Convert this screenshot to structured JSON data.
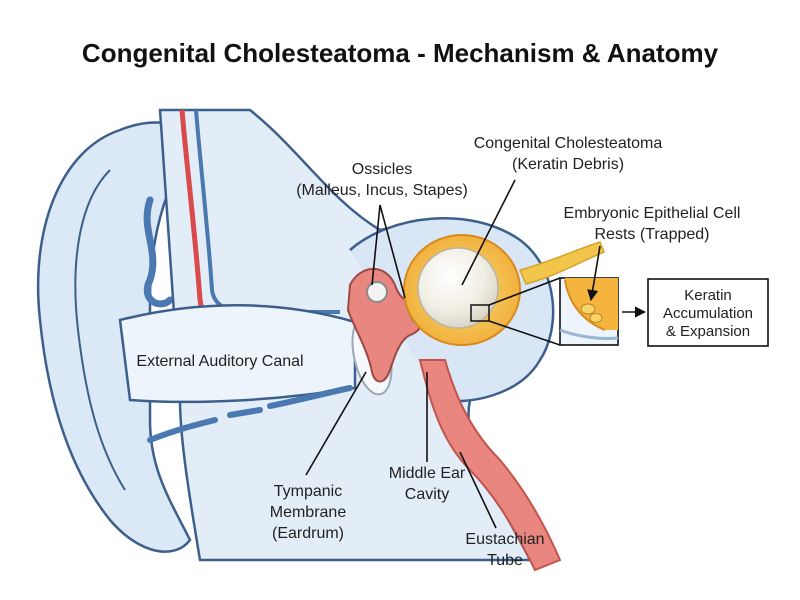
{
  "title": "Congenital Cholesteatoma - Mechanism & Anatomy",
  "labels": {
    "ossicles": [
      "Ossicles",
      "(Malleus, Incus, Stapes)"
    ],
    "cholesteatoma": [
      "Congenital Cholesteatoma",
      "(Keratin Debris)"
    ],
    "epithelial": [
      "Embryonic Epithelial Cell",
      "Rests (Trapped)"
    ],
    "keratin": [
      "Keratin",
      "Accumulation",
      "& Expansion"
    ],
    "canal": [
      "External Auditory Canal"
    ],
    "tympanic": [
      "Tympanic",
      "Membrane",
      "(Eardrum)"
    ],
    "middle_ear": [
      "Middle Ear",
      "Cavity"
    ],
    "eustachian": [
      "Eustachian",
      "Tube"
    ]
  },
  "colors": {
    "outline": "#3d5f8c",
    "skin_fill": "#dbe8f5",
    "canal_fill": "#e9f1fa",
    "cartilage_blue": "#4a78b0",
    "artery_red": "#d94a4a",
    "bone_pink": "#e8867f",
    "cyst_orange": "#f4b43e",
    "cyst_yellow": "#f8d36a",
    "pearl": "#f3f0e6",
    "nerve_yellow": "#f2c54b"
  },
  "icons": [
    "arrow-right-icon",
    "magnifier-box-icon"
  ]
}
